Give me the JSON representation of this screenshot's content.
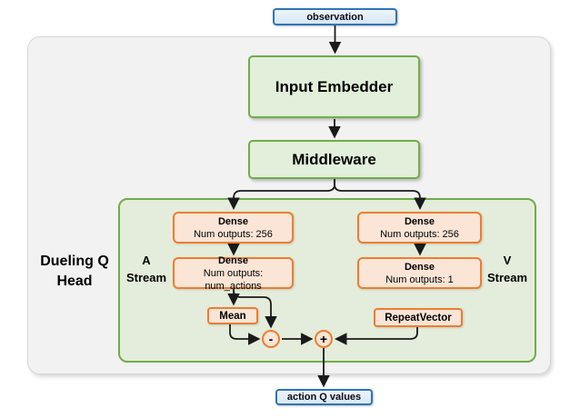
{
  "title": "Dueling Q Head architecture diagram",
  "colors": {
    "blue_border": "#2E75B6",
    "blue_fill": "#DEEBF7",
    "green_border": "#70AD47",
    "green_box_fill": "#E2EFDA",
    "green_container_fill": "#E4EDDB",
    "orange_border": "#ED7D31",
    "orange_fill": "#FBE5D6",
    "gray_container_fill": "#F2F2F2",
    "arrow": "#1A1A1A"
  },
  "io": {
    "observation": "observation",
    "action_q_values": "action Q values"
  },
  "pipeline": {
    "input_embedder": "Input Embedder",
    "middleware": "Middleware"
  },
  "dueling_head": {
    "label_line1": "Dueling Q",
    "label_line2": "Head",
    "a_stream": {
      "label_line1": "A",
      "label_line2": "Stream",
      "dense1": {
        "title": "Dense",
        "subtitle": "Num outputs: 256"
      },
      "dense2": {
        "title": "Dense",
        "subtitle": "Num outputs: num_actions"
      },
      "mean": "Mean"
    },
    "v_stream": {
      "label_line1": "V",
      "label_line2": "Stream",
      "dense1": {
        "title": "Dense",
        "subtitle": "Num outputs: 256"
      },
      "dense2": {
        "title": "Dense",
        "subtitle": "Num outputs: 1"
      },
      "repeat_vector": "RepeatVector"
    },
    "operators": {
      "subtract": "-",
      "add": "+"
    }
  }
}
